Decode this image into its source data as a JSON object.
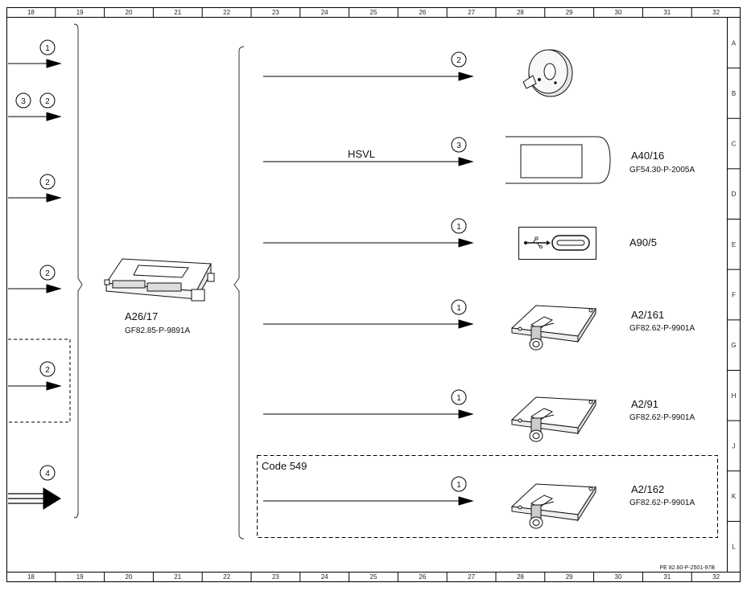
{
  "grid": {
    "columns": [
      "18",
      "19",
      "20",
      "21",
      "22",
      "23",
      "24",
      "25",
      "26",
      "27",
      "28",
      "29",
      "30",
      "31",
      "32"
    ],
    "rows": [
      "A",
      "B",
      "C",
      "D",
      "E",
      "F",
      "G",
      "H",
      "J",
      "K",
      "L"
    ]
  },
  "left_signals": [
    {
      "labels": [
        "1"
      ]
    },
    {
      "labels": [
        "3",
        "2"
      ]
    },
    {
      "labels": [
        "2"
      ]
    },
    {
      "labels": [
        "2"
      ]
    },
    {
      "labels": [
        "2"
      ]
    },
    {
      "labels": [
        "4"
      ]
    }
  ],
  "control_unit": {
    "id": "A26/17",
    "doc": "GF82.85-P-9891A"
  },
  "right_signals": [
    {
      "circle": "2",
      "text": "",
      "id": "",
      "doc": "",
      "icon": "microphone-icon"
    },
    {
      "circle": "3",
      "text": "HSVL",
      "id": "A40/16",
      "doc": "GF54.30-P-2005A",
      "icon": "display-icon"
    },
    {
      "circle": "1",
      "text": "",
      "id": "A90/5",
      "doc": "",
      "icon": "usb-c-socket-icon"
    },
    {
      "circle": "1",
      "text": "",
      "id": "A2/161",
      "doc": "GF82.62-P-9901A",
      "icon": "antenna-module-icon"
    },
    {
      "circle": "1",
      "text": "",
      "id": "A2/91",
      "doc": "GF82.62-P-9901A",
      "icon": "antenna-module-icon"
    },
    {
      "circle": "1",
      "text": "",
      "id": "A2/162",
      "doc": "GF82.62-P-9901A",
      "icon": "antenna-module-icon"
    }
  ],
  "code_box": {
    "label": "Code 549"
  },
  "footer": {
    "ref": "PE 82.60-P-2501-97B"
  }
}
